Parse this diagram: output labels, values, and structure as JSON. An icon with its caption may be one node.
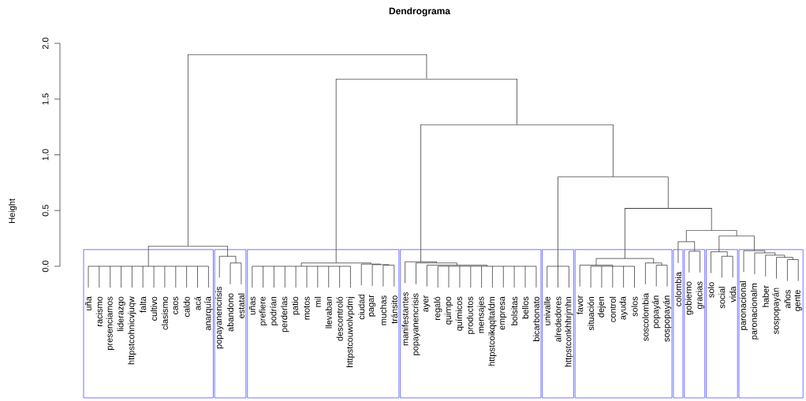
{
  "diagram": {
    "title": "Dendrograma",
    "nodes": [
      {
        "text": [
          "uña",
          "racismo",
          "presenciamos",
          "liderazgo",
          "httpstcohnicvjuqw",
          "falta",
          "cultivo",
          "clasismo",
          "caos",
          "caldo",
          "acá",
          "anarquía"
        ]
      },
      {
        "text": [
          "popayanencrisis",
          "abandono",
          "estatal"
        ]
      },
      {
        "text": [
          "uñas",
          "prefiere",
          "podrían",
          "perderlas",
          "patio",
          "motos",
          "mil",
          "llevaban",
          "descontroló",
          "httpstcouwolvpdmj",
          "ciudad",
          "pagar",
          "muchas",
          "tránsito"
        ]
      },
      {
        "text": [
          "manifestantes",
          "popayanencrisis",
          "ayer",
          "regaló",
          "quimpo",
          "químicos",
          "productos",
          "mensajes",
          "httpstcoikqqltafdm",
          "empresa",
          "bolsitas",
          "bellos",
          "bicarbonato"
        ]
      },
      {
        "text": [
          "univalle",
          "alrededores",
          "httpstconkhhrjmhn"
        ]
      },
      {
        "text": [
          "favor",
          "situación",
          "dejen",
          "control",
          "ayuda",
          "solos",
          "soscolombia",
          "popayán",
          "sospopayán"
        ]
      },
      {
        "text": [
          "colombia"
        ]
      },
      {
        "text": [
          "gobierno",
          "gracias"
        ]
      },
      {
        "text": [
          "solo",
          "social",
          "vida"
        ]
      },
      {
        "text": [
          "paronacional",
          "paronacionalm",
          "haber",
          "sospopayán",
          "años",
          "gente"
        ]
      },
      {
        "text": [],
        "shape": "bar"
      },
      {
        "text": [],
        "shape": "bar"
      },
      {
        "text": [],
        "shape": "bar"
      },
      {
        "text": [],
        "shape": "bar"
      },
      {
        "text": [],
        "shape": "bar"
      },
      {
        "text": [],
        "shape": "bar"
      },
      {
        "text": [],
        "shape": "bar"
      },
      {
        "text": [],
        "shape": "bar"
      },
      {
        "text": [],
        "shape": "bar"
      }
    ],
    "edges": [
      {
        "from": 10,
        "to": 18,
        "arrow": "none"
      },
      {
        "from": 10,
        "to": 11,
        "arrow": "none"
      },
      {
        "from": 11,
        "to": 2,
        "arrow": "none"
      },
      {
        "from": 11,
        "to": 12,
        "arrow": "none"
      },
      {
        "from": 12,
        "to": 3,
        "arrow": "none"
      },
      {
        "from": 12,
        "to": 13,
        "arrow": "none"
      },
      {
        "from": 13,
        "to": 4,
        "arrow": "none"
      },
      {
        "from": 13,
        "to": 14,
        "arrow": "none"
      },
      {
        "from": 14,
        "to": 5,
        "arrow": "none"
      },
      {
        "from": 14,
        "to": 15,
        "arrow": "none"
      },
      {
        "from": 15,
        "to": 17,
        "arrow": "none"
      },
      {
        "from": 15,
        "to": 16,
        "arrow": "none"
      },
      {
        "from": 16,
        "to": 8,
        "arrow": "none"
      },
      {
        "from": 16,
        "to": 9,
        "arrow": "none"
      },
      {
        "from": 17,
        "to": 6,
        "arrow": "none"
      },
      {
        "from": 17,
        "to": 7,
        "arrow": "none"
      },
      {
        "from": 18,
        "to": 0,
        "arrow": "none"
      },
      {
        "from": 18,
        "to": 1,
        "arrow": "none"
      }
    ],
    "labels": [
      "Height",
      "0.0",
      "0.5",
      "1.0",
      "1.5",
      "2.0"
    ]
  }
}
